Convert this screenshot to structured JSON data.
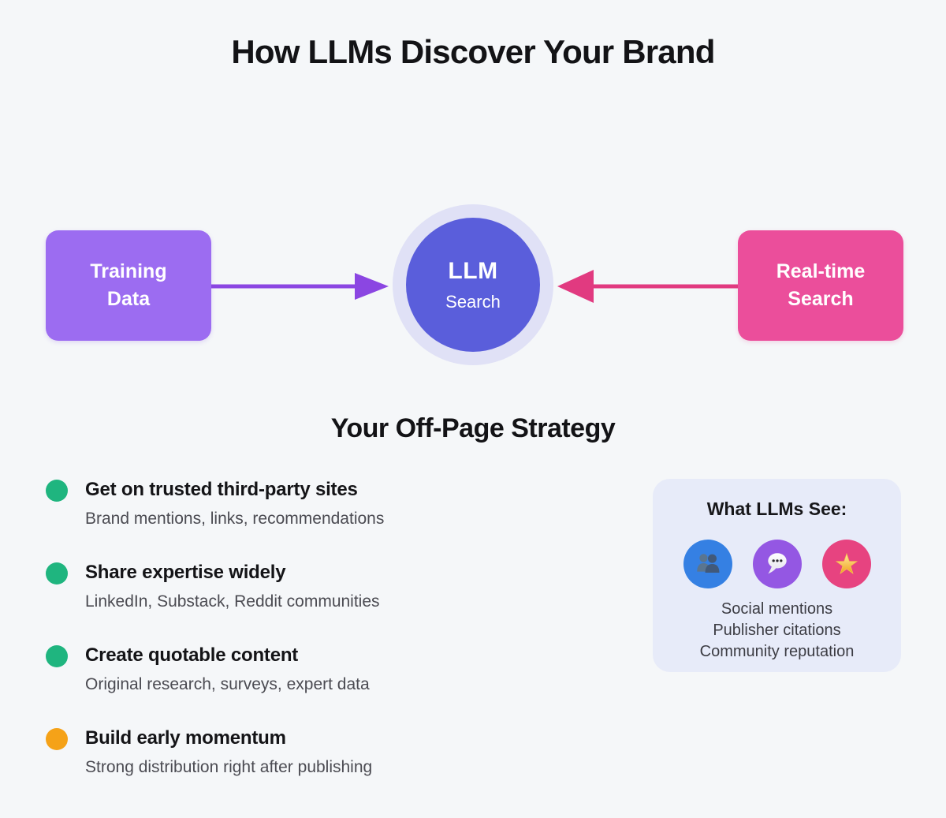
{
  "page": {
    "title": "How LLMs Discover Your Brand",
    "background_color": "#f5f7f9"
  },
  "diagram": {
    "left_node": {
      "line1": "Training",
      "line2": "Data",
      "color": "#9c6cf1"
    },
    "center_node": {
      "title": "LLM",
      "subtitle": "Search",
      "color": "#5a5edb",
      "ring_color": "#e0e1f6"
    },
    "right_node": {
      "line1": "Real-time",
      "line2": "Search",
      "color": "#eb4e9b"
    },
    "left_arrow_color": "#8b46e2",
    "right_arrow_color": "#e13a80"
  },
  "strategy": {
    "heading": "Your Off-Page Strategy",
    "items": [
      {
        "title": "Get on trusted third-party sites",
        "subtitle": "Brand mentions, links, recommendations",
        "dot_color": "#1fb57f"
      },
      {
        "title": "Share expertise widely",
        "subtitle": "LinkedIn, Substack, Reddit communities",
        "dot_color": "#1fb57f"
      },
      {
        "title": "Create quotable content",
        "subtitle": "Original research, surveys, expert data",
        "dot_color": "#1fb57f"
      },
      {
        "title": "Build early momentum",
        "subtitle": "Strong distribution right after publishing",
        "dot_color": "#f5a218"
      }
    ]
  },
  "what_llms_see": {
    "heading": "What LLMs See:",
    "icons": [
      {
        "name": "people-icon",
        "background": "#3580e3"
      },
      {
        "name": "speech-bubble-icon",
        "background": "#9457e3"
      },
      {
        "name": "star-icon",
        "background": "#e74380"
      }
    ],
    "lines": [
      "Social mentions",
      "Publisher citations",
      "Community reputation"
    ]
  }
}
